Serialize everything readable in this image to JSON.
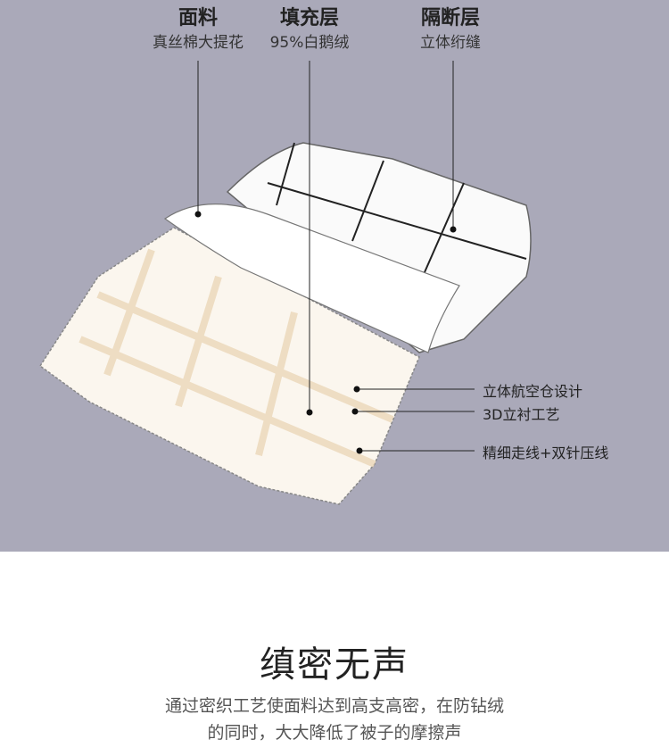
{
  "top_labels": [
    {
      "title": "面料",
      "sub": "真丝棉大提花"
    },
    {
      "title": "填充层",
      "sub": "95%白鹅绒"
    },
    {
      "title": "隔断层",
      "sub": "立体绗缝"
    }
  ],
  "side_labels": [
    "立体航空仓设计",
    "3D立衬工艺",
    "精细走线+双针压线"
  ],
  "headline": "缜密无声",
  "description": [
    "通过密织工艺使面料达到高支高密，在防钻绒",
    "的同时，大大降低了被子的摩擦声"
  ]
}
